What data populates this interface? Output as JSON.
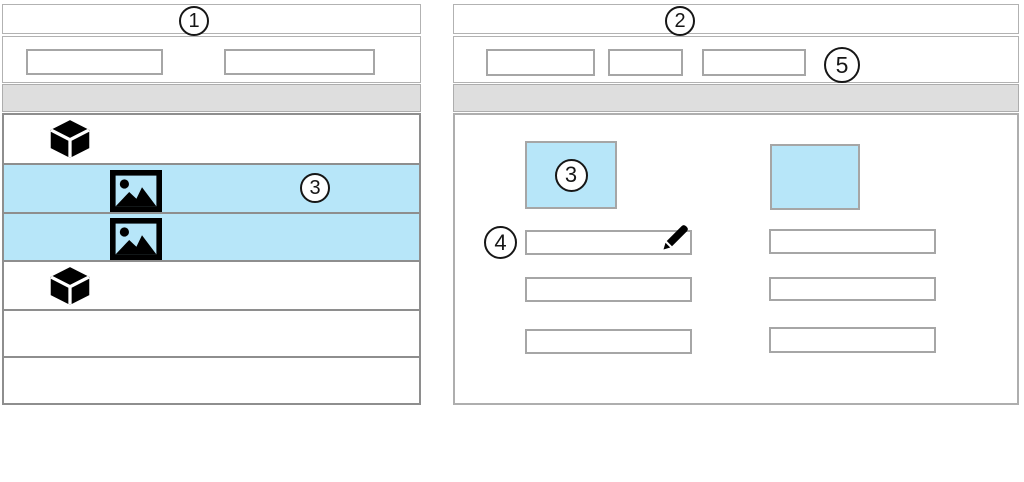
{
  "colors": {
    "background": "#ffffff",
    "highlight": "#b7e6f9",
    "header_bar": "#dedede",
    "panel_border": "#b2b2b2",
    "row_border": "#8e8e8e",
    "field_border": "#a6a6a6",
    "icon": "#000000",
    "callout_ink": "#161616"
  },
  "left_panel": {
    "header_callout": "1",
    "toolbar": {
      "field_1_value": "",
      "field_2_value": ""
    },
    "rows": [
      {
        "icon": "cube",
        "highlighted": false
      },
      {
        "icon": "image",
        "highlighted": true,
        "callout": "3"
      },
      {
        "icon": "image",
        "highlighted": true
      },
      {
        "icon": "cube",
        "highlighted": false
      },
      {
        "icon": null,
        "highlighted": false
      },
      {
        "icon": null,
        "highlighted": false
      }
    ]
  },
  "right_panel": {
    "header_callout": "2",
    "toolbar": {
      "callout": "5",
      "buttons": [
        {
          "label": ""
        },
        {
          "label": ""
        },
        {
          "label": ""
        }
      ]
    },
    "thumbnails": [
      {
        "callout": "3",
        "highlighted": true
      },
      {
        "highlighted": true
      }
    ],
    "fields": {
      "left": [
        {
          "value": "",
          "editable": true,
          "callout": "4"
        },
        {
          "value": ""
        },
        {
          "value": ""
        }
      ],
      "right": [
        {
          "value": ""
        },
        {
          "value": ""
        },
        {
          "value": ""
        }
      ]
    }
  }
}
